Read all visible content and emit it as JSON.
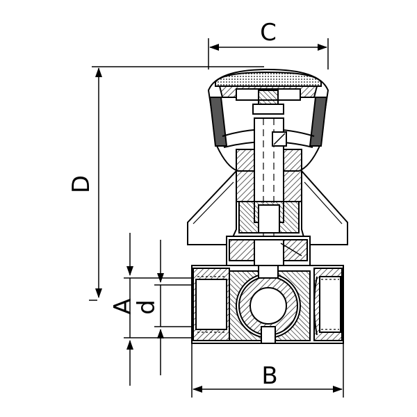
{
  "labels": {
    "c": "C",
    "d_upper": "D",
    "a": "A",
    "d_lower": "d",
    "b": "B"
  }
}
